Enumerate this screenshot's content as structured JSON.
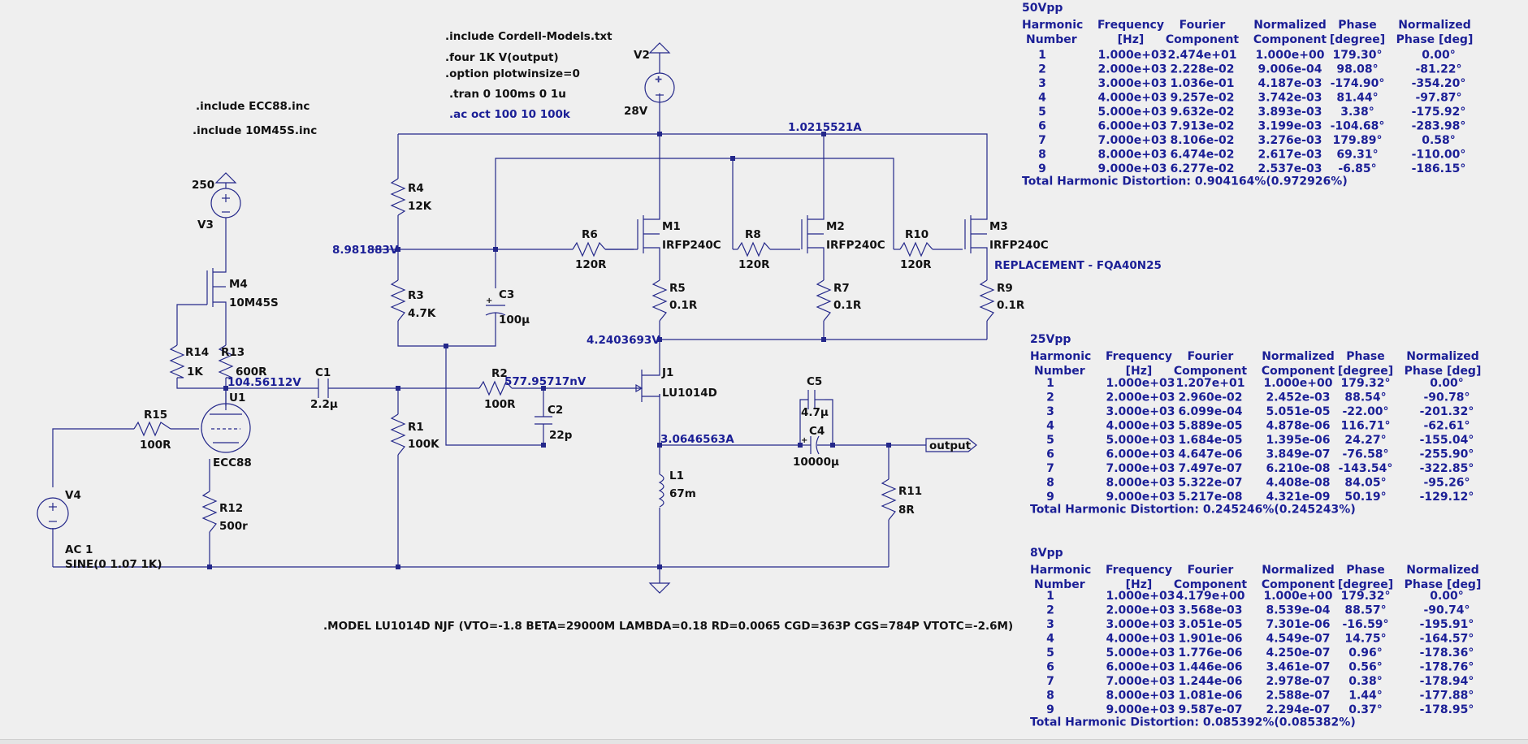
{
  "directives": {
    "inc_cordell": ".include Cordell-Models.txt",
    "four": ".four 1K V(output)",
    "option": ".option plotwinsize=0",
    "tran": ".tran 0 100ms 0 1u",
    "ac": ".ac oct 100 10 100k",
    "inc_ecc88": ".include ECC88.inc",
    "inc_10m45s": ".include 10M45S.inc",
    "model": ".MODEL LU1014D NJF (VTO=-1.8 BETA=29000M LAMBDA=0.18 RD=0.0065 CGD=363P CGS=784P VTOTC=-2.6M)"
  },
  "components": {
    "V2": {
      "name": "V2",
      "value": "28V"
    },
    "V3": {
      "name": "V3",
      "value": "250"
    },
    "V4": {
      "name": "V4",
      "value1": "AC 1",
      "value2": "SINE(0 1.07 1K)"
    },
    "R1": {
      "name": "R1",
      "value": "100K"
    },
    "R2": {
      "name": "R2",
      "value": "100R"
    },
    "R3": {
      "name": "R3",
      "value": "4.7K"
    },
    "R4": {
      "name": "R4",
      "value": "12K"
    },
    "R5": {
      "name": "R5",
      "value": "0.1R"
    },
    "R6": {
      "name": "R6",
      "value": "120R"
    },
    "R7": {
      "name": "R7",
      "value": "0.1R"
    },
    "R8": {
      "name": "R8",
      "value": "120R"
    },
    "R9": {
      "name": "R9",
      "value": "0.1R"
    },
    "R10": {
      "name": "R10",
      "value": "120R"
    },
    "R11": {
      "name": "R11",
      "value": "8R"
    },
    "R12": {
      "name": "R12",
      "value": "500r"
    },
    "R13": {
      "name": "R13",
      "value": "600R"
    },
    "R14": {
      "name": "R14",
      "value": "1K"
    },
    "R15": {
      "name": "R15",
      "value": "100R"
    },
    "C1": {
      "name": "C1",
      "value": "2.2µ"
    },
    "C2": {
      "name": "C2",
      "value": "22p"
    },
    "C3": {
      "name": "C3",
      "value": "100µ"
    },
    "C4": {
      "name": "C4",
      "value": "10000µ"
    },
    "C5": {
      "name": "C5",
      "value": "4.7µ"
    },
    "L1": {
      "name": "L1",
      "value": "67m"
    },
    "M1": {
      "name": "M1",
      "value": "IRFP240C"
    },
    "M2": {
      "name": "M2",
      "value": "IRFP240C"
    },
    "M3": {
      "name": "M3",
      "value": "IRFP240C"
    },
    "M4": {
      "name": "M4",
      "value": "10M45S"
    },
    "J1": {
      "name": "J1",
      "value": "LU1014D"
    },
    "U1": {
      "name": "U1",
      "value": "ECC88"
    }
  },
  "annotations": {
    "replacement": "REPLACEMENT - FQA40N25",
    "v_8981": "8.981883V",
    "a_10215": "1.0215521A",
    "v_42403": "4.2403693V",
    "v_10456": "104.56112V",
    "nv_577": "577.95717nV",
    "a_30646": "3.0646563A",
    "output_label": "output"
  },
  "fourier_tables": [
    {
      "title": "50Vpp",
      "headers": [
        [
          "Harmonic",
          "Number"
        ],
        [
          "Frequency",
          "[Hz]"
        ],
        [
          "Fourier",
          "Component"
        ],
        [
          "Normalized",
          "Component"
        ],
        [
          "Phase",
          "[degree]"
        ],
        [
          "Normalized",
          "Phase [deg]"
        ]
      ],
      "rows": [
        [
          "1",
          "1.000e+03",
          "2.474e+01",
          "1.000e+00",
          "179.30°",
          "0.00°"
        ],
        [
          "2",
          "2.000e+03",
          "2.228e-02",
          "9.006e-04",
          "98.08°",
          "-81.22°"
        ],
        [
          "3",
          "3.000e+03",
          "1.036e-01",
          "4.187e-03",
          "-174.90°",
          "-354.20°"
        ],
        [
          "4",
          "4.000e+03",
          "9.257e-02",
          "3.742e-03",
          "81.44°",
          "-97.87°"
        ],
        [
          "5",
          "5.000e+03",
          "9.632e-02",
          "3.893e-03",
          "3.38°",
          "-175.92°"
        ],
        [
          "6",
          "6.000e+03",
          "7.913e-02",
          "3.199e-03",
          "-104.68°",
          "-283.98°"
        ],
        [
          "7",
          "7.000e+03",
          "8.106e-02",
          "3.276e-03",
          "179.89°",
          "0.58°"
        ],
        [
          "8",
          "8.000e+03",
          "6.474e-02",
          "2.617e-03",
          "69.31°",
          "-110.00°"
        ],
        [
          "9",
          "9.000e+03",
          "6.277e-02",
          "2.537e-03",
          "-6.85°",
          "-186.15°"
        ]
      ],
      "thd": "Total Harmonic Distortion: 0.904164%(0.972926%)"
    },
    {
      "title": "25Vpp",
      "headers": [
        [
          "Harmonic",
          "Number"
        ],
        [
          "Frequency",
          "[Hz]"
        ],
        [
          "Fourier",
          "Component"
        ],
        [
          "Normalized",
          "Component"
        ],
        [
          "Phase",
          "[degree]"
        ],
        [
          "Normalized",
          "Phase [deg]"
        ]
      ],
      "rows": [
        [
          "1",
          "1.000e+03",
          "1.207e+01",
          "1.000e+00",
          "179.32°",
          "0.00°"
        ],
        [
          "2",
          "2.000e+03",
          "2.960e-02",
          "2.452e-03",
          "88.54°",
          "-90.78°"
        ],
        [
          "3",
          "3.000e+03",
          "6.099e-04",
          "5.051e-05",
          "-22.00°",
          "-201.32°"
        ],
        [
          "4",
          "4.000e+03",
          "5.889e-05",
          "4.878e-06",
          "116.71°",
          "-62.61°"
        ],
        [
          "5",
          "5.000e+03",
          "1.684e-05",
          "1.395e-06",
          "24.27°",
          "-155.04°"
        ],
        [
          "6",
          "6.000e+03",
          "4.647e-06",
          "3.849e-07",
          "-76.58°",
          "-255.90°"
        ],
        [
          "7",
          "7.000e+03",
          "7.497e-07",
          "6.210e-08",
          "-143.54°",
          "-322.85°"
        ],
        [
          "8",
          "8.000e+03",
          "5.322e-07",
          "4.408e-08",
          "84.05°",
          "-95.26°"
        ],
        [
          "9",
          "9.000e+03",
          "5.217e-08",
          "4.321e-09",
          "50.19°",
          "-129.12°"
        ]
      ],
      "thd": "Total Harmonic Distortion: 0.245246%(0.245243%)"
    },
    {
      "title": "8Vpp",
      "headers": [
        [
          "Harmonic",
          "Number"
        ],
        [
          "Frequency",
          "[Hz]"
        ],
        [
          "Fourier",
          "Component"
        ],
        [
          "Normalized",
          "Component"
        ],
        [
          "Phase",
          "[degree]"
        ],
        [
          "Normalized",
          "Phase [deg]"
        ]
      ],
      "rows": [
        [
          "1",
          "1.000e+03",
          "4.179e+00",
          "1.000e+00",
          "179.32°",
          "0.00°"
        ],
        [
          "2",
          "2.000e+03",
          "3.568e-03",
          "8.539e-04",
          "88.57°",
          "-90.74°"
        ],
        [
          "3",
          "3.000e+03",
          "3.051e-05",
          "7.301e-06",
          "-16.59°",
          "-195.91°"
        ],
        [
          "4",
          "4.000e+03",
          "1.901e-06",
          "4.549e-07",
          "14.75°",
          "-164.57°"
        ],
        [
          "5",
          "5.000e+03",
          "1.776e-06",
          "4.250e-07",
          "0.96°",
          "-178.36°"
        ],
        [
          "6",
          "6.000e+03",
          "1.446e-06",
          "3.461e-07",
          "0.56°",
          "-178.76°"
        ],
        [
          "7",
          "7.000e+03",
          "1.244e-06",
          "2.978e-07",
          "0.38°",
          "-178.94°"
        ],
        [
          "8",
          "8.000e+03",
          "1.081e-06",
          "2.588e-07",
          "1.44°",
          "-177.88°"
        ],
        [
          "9",
          "9.000e+03",
          "9.587e-07",
          "2.294e-07",
          "0.37°",
          "-178.95°"
        ]
      ],
      "thd": "Total Harmonic Distortion: 0.085392%(0.085382%)"
    }
  ],
  "colors": {
    "wire": "#24288a",
    "annotation": "#1b1f96",
    "background": "#efefef"
  }
}
